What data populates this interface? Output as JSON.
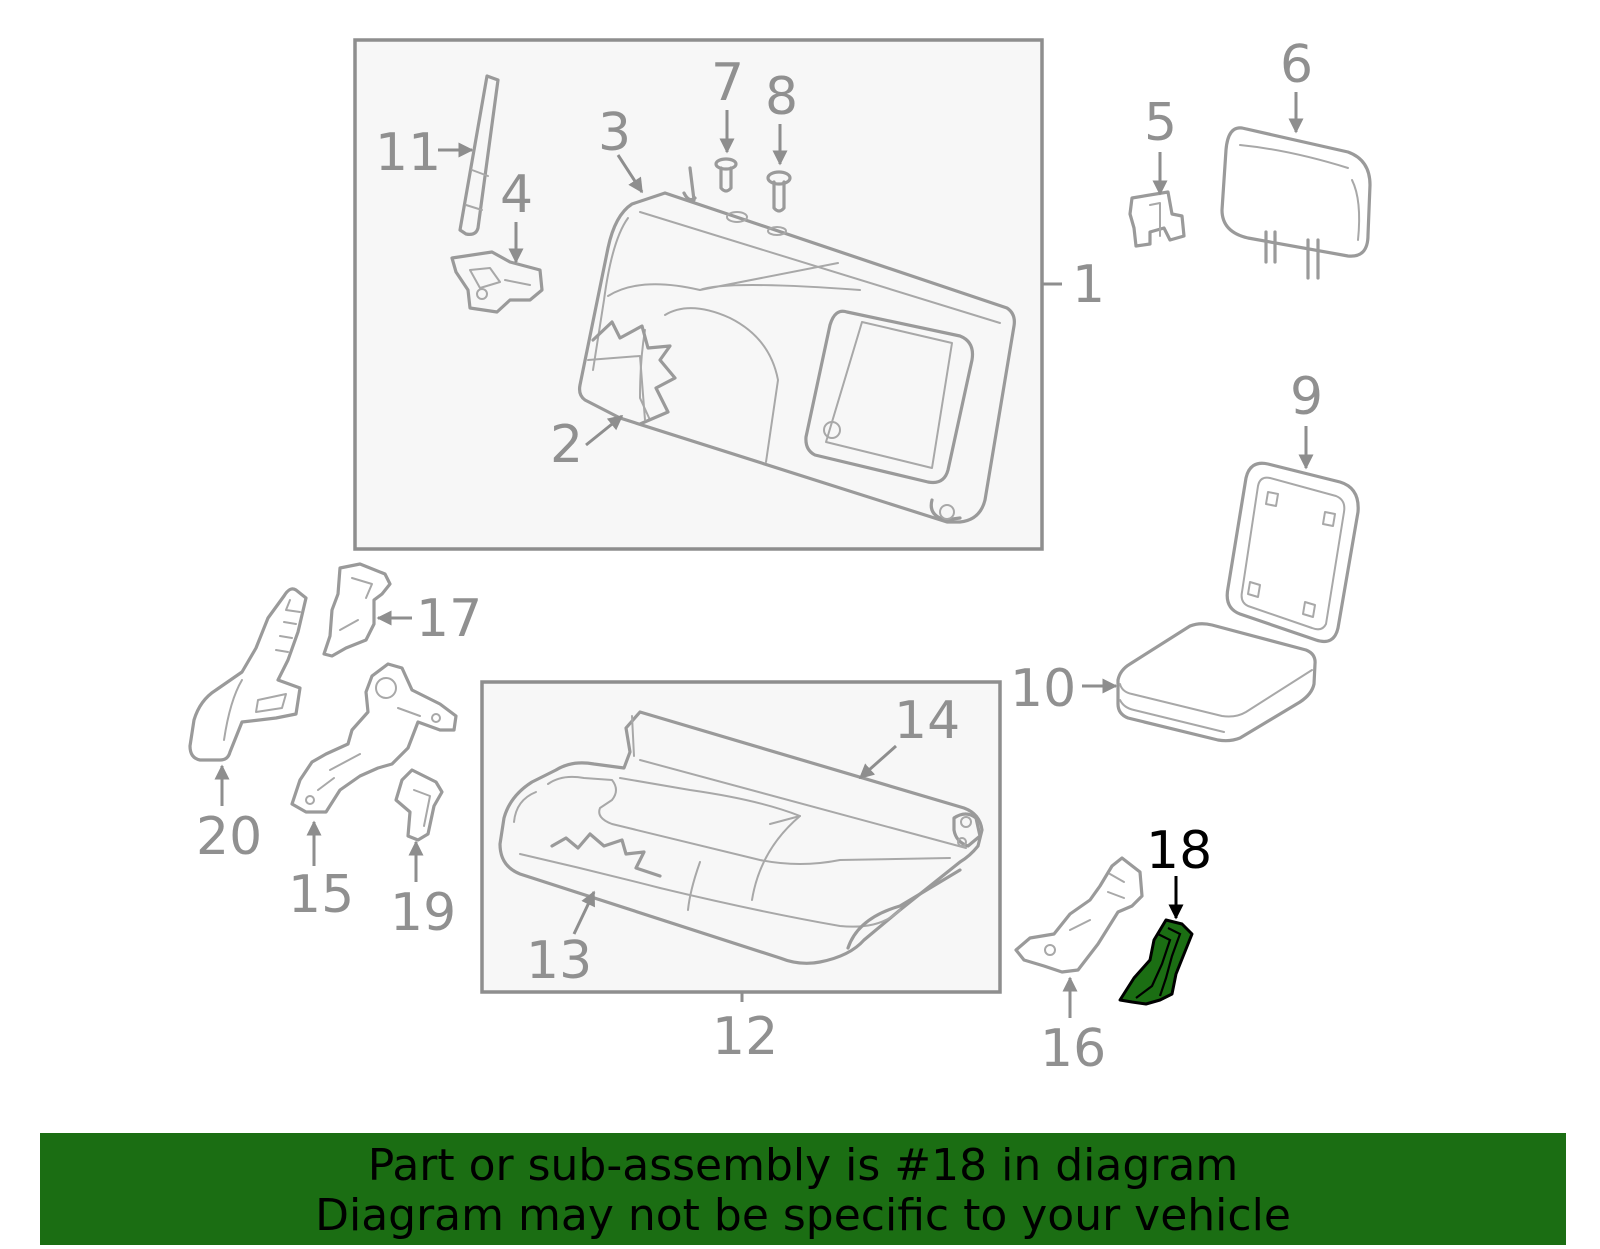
{
  "diagram": {
    "highlighted_part": "18",
    "highlight_color": "#1b6e13",
    "callouts": {
      "c1": "1",
      "c2": "2",
      "c3": "3",
      "c4": "4",
      "c5": "5",
      "c6": "6",
      "c7": "7",
      "c8": "8",
      "c9": "9",
      "c10": "10",
      "c11": "11",
      "c12": "12",
      "c13": "13",
      "c14": "14",
      "c15": "15",
      "c16": "16",
      "c17": "17",
      "c18": "18",
      "c19": "19",
      "c20": "20"
    }
  },
  "banner": {
    "line1": "Part or sub-assembly is #18 in diagram",
    "line2": "Diagram may not be specific to your vehicle",
    "background": "#1b6e13"
  }
}
